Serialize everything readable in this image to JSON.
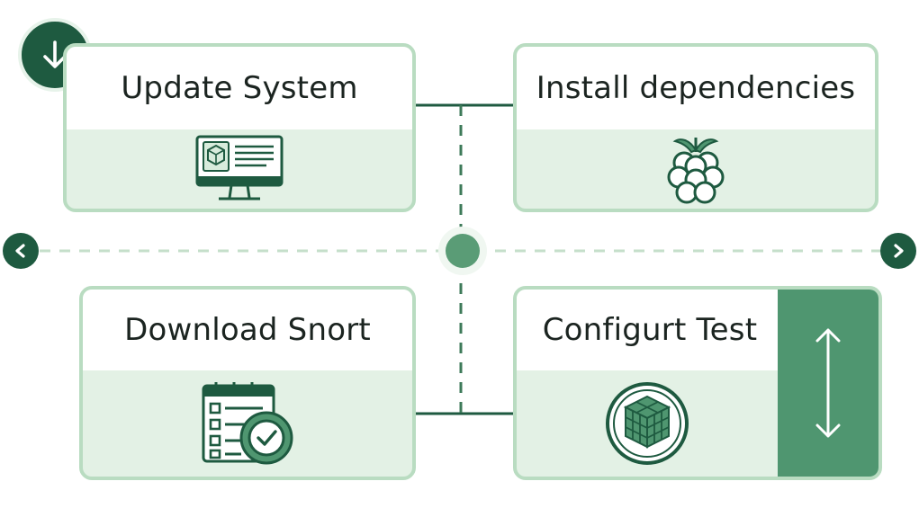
{
  "steps": [
    {
      "label": "Update System",
      "icon": "monitor-icon"
    },
    {
      "label": "Install dependencies",
      "icon": "raspberry-icon"
    },
    {
      "label": "Download Snort",
      "icon": "checklist-clock-icon"
    },
    {
      "label": "Configurt Test",
      "icon": "cube-icon"
    }
  ],
  "controls": {
    "start": "download-arrow-icon",
    "previous": "chevron-left-icon",
    "next": "chevron-right-icon",
    "side": "vertical-arrow-icon"
  },
  "colors": {
    "dark_green": "#1e5a40",
    "mid_green": "#4f9670",
    "light_green": "#e3f1e5",
    "border_green": "#b9dcc1"
  }
}
